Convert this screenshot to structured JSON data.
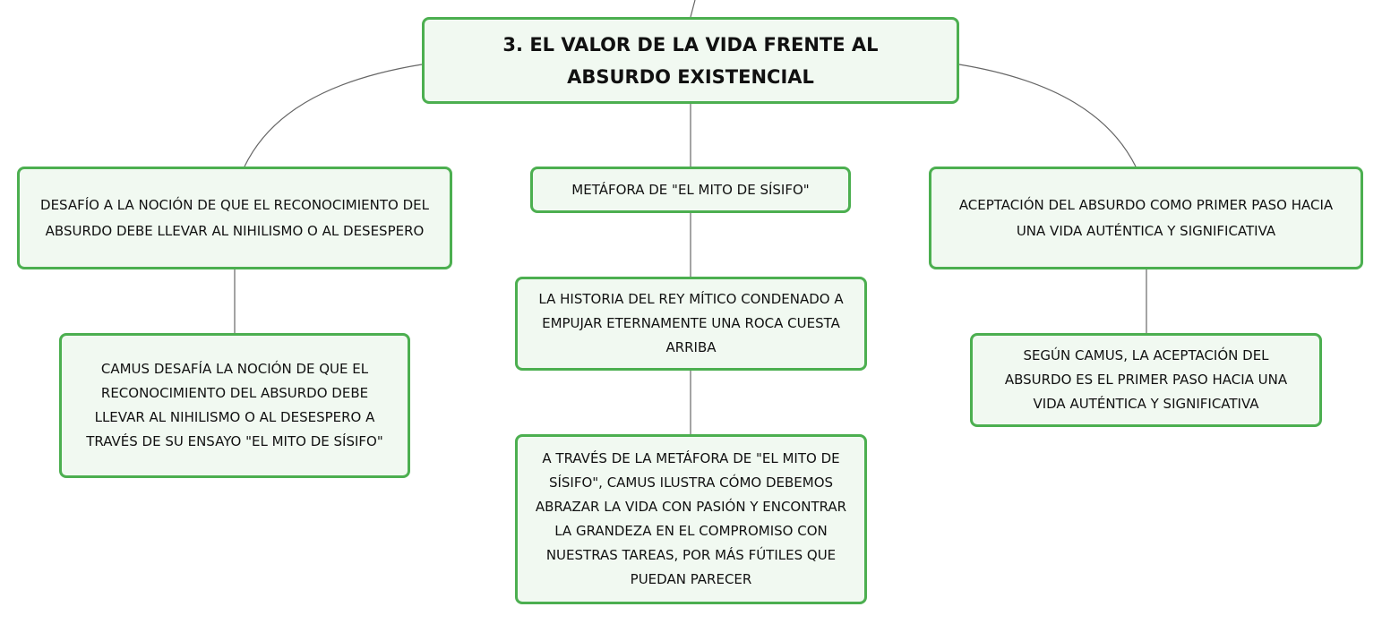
{
  "root": {
    "text": "3. EL VALOR DE LA VIDA FRENTE AL ABSURDO EXISTENCIAL"
  },
  "branches": [
    {
      "text": "DESAFÍO A LA NOCIÓN DE QUE EL RECONOCIMIENTO DEL ABSURDO DEBE LLEVAR AL NIHILISMO O AL DESESPERO",
      "children": [
        "CAMUS DESAFÍA LA NOCIÓN DE QUE EL RECONOCIMIENTO DEL ABSURDO DEBE LLEVAR AL NIHILISMO O AL DESESPERO A TRAVÉS DE SU ENSAYO \"EL MITO DE SÍSIFO\""
      ]
    },
    {
      "text": "METÁFORA DE \"EL MITO DE SÍSIFO\"",
      "children": [
        "LA HISTORIA DEL REY MÍTICO CONDENADO A EMPUJAR ETERNAMENTE UNA ROCA CUESTA ARRIBA",
        "A TRAVÉS DE LA METÁFORA DE \"EL MITO DE SÍSIFO\", CAMUS ILUSTRA CÓMO DEBEMOS ABRAZAR LA VIDA CON PASIÓN Y ENCONTRAR LA GRANDEZA EN EL COMPROMISO CON NUESTRAS TAREAS, POR MÁS FÚTILES QUE PUEDAN PARECER"
      ]
    },
    {
      "text": "ACEPTACIÓN DEL ABSURDO COMO PRIMER PASO HACIA UNA VIDA AUTÉNTICA Y SIGNIFICATIVA",
      "children": [
        "SEGÚN CAMUS, LA ACEPTACIÓN DEL ABSURDO ES EL PRIMER PASO HACIA UNA VIDA AUTÉNTICA Y SIGNIFICATIVA"
      ]
    }
  ],
  "colors": {
    "border": "#4caf50",
    "fill": "#f1f9f1",
    "connector": "#666666"
  }
}
